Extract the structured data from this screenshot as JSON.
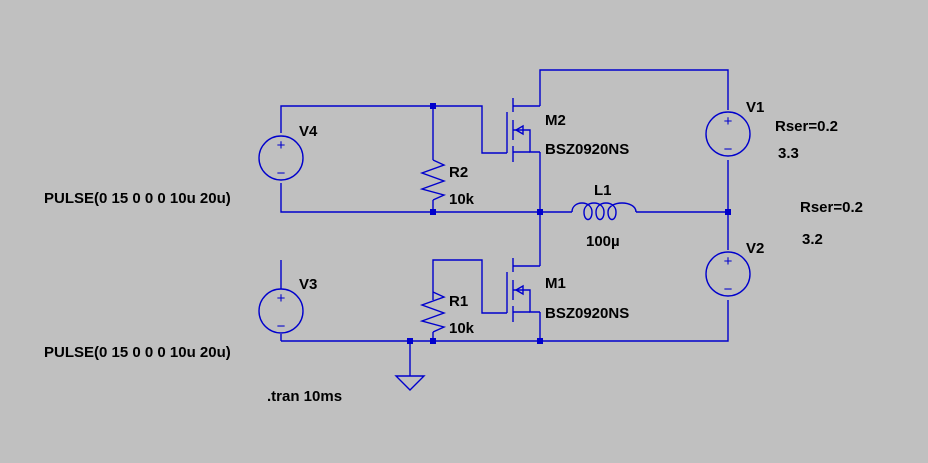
{
  "components": {
    "v1": {
      "name": "V1",
      "rser": "Rser=0.2",
      "value": "3.3"
    },
    "v2": {
      "name": "V2",
      "rser": "Rser=0.2",
      "value": "3.2"
    },
    "v3": {
      "name": "V3",
      "value": "PULSE(0 15 0 0 0 10u 20u)"
    },
    "v4": {
      "name": "V4",
      "value": "PULSE(0 15 0 0 0 10u 20u)"
    },
    "r1": {
      "name": "R1",
      "value": "10k"
    },
    "r2": {
      "name": "R2",
      "value": "10k"
    },
    "l1": {
      "name": "L1",
      "value": "100µ"
    },
    "m1": {
      "name": "M1",
      "model": "BSZ0920NS"
    },
    "m2": {
      "name": "M2",
      "model": "BSZ0920NS"
    }
  },
  "directive": ".tran 10ms",
  "symbols": {
    "plus": "+",
    "minus": "−"
  },
  "colors": {
    "background": "#c0c0c0",
    "wire": "#0000cc",
    "text": "#000000"
  }
}
